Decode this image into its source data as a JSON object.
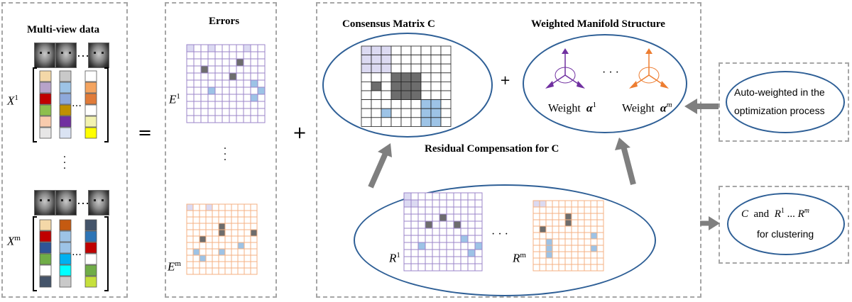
{
  "multiview": {
    "title": "Multi-view data",
    "x1": {
      "base": "X",
      "sup": "1"
    },
    "xm": {
      "base": "X",
      "sup": "m"
    },
    "ellipsis": "…",
    "columns_top": [
      [
        "#f4d8a8",
        "#b7a3c9",
        "#c00000",
        "#8dbf4e",
        "#f8cbad",
        "#e7e6e6"
      ],
      [
        "#c9c9c9",
        "#9dc3e6",
        "#8ea9db",
        "#bf9000",
        "#7030a0",
        "#dae3f3"
      ],
      [
        "#ffffff",
        "#f4a460",
        "#e07b39",
        "#ffffff",
        "#f2f2b0",
        "#ffff00"
      ]
    ],
    "columns_bottom": [
      [
        "#f4d8a8",
        "#c00000",
        "#2f5597",
        "#70ad47",
        "#ffffff",
        "#44546a"
      ],
      [
        "#c55a11",
        "#9dc3e6",
        "#9dc3e6",
        "#00b0f0",
        "#00ffff",
        "#c9c9c9"
      ],
      [
        "#44546a",
        "#2e75b6",
        "#c00000",
        "#ffffff",
        "#70ad47",
        "#c6e03c"
      ]
    ]
  },
  "operators": {
    "equals": "=",
    "plus_left": "+",
    "plus_mid": "+"
  },
  "errors": {
    "title": "Errors",
    "e1": {
      "base": "E",
      "sup": "1"
    },
    "em": {
      "base": "E",
      "sup": "m"
    }
  },
  "consensus": {
    "title": "Consensus Matrix C"
  },
  "manifold": {
    "title": "Weighted Manifold Structure",
    "weight1": "Weight",
    "alpha1": {
      "base": "α",
      "sup": "1"
    },
    "weightm": "Weight",
    "alpham": {
      "base": "α",
      "sup": "m"
    },
    "dots": "· · ·"
  },
  "residual": {
    "title": "Residual Compensation for C",
    "r1": {
      "base": "R",
      "sup": "1"
    },
    "rm": {
      "base": "R",
      "sup": "m"
    },
    "dots": "· · ·"
  },
  "auto_weighted": {
    "line1": "Auto-weighted in the",
    "line2": "optimization process"
  },
  "output": {
    "c": "C",
    "and": "and",
    "r1": {
      "base": "R",
      "sup": "1"
    },
    "dots": "...",
    "rm": {
      "base": "R",
      "sup": "m"
    },
    "line2": "for clustering"
  },
  "colors": {
    "purple_line": "#9b86c9",
    "orange_line": "#f4b183",
    "navy_line": "#000000",
    "lavender": "#dcdaf2",
    "gray": "#6d6d6d",
    "blue": "#9dc3e6",
    "ellipse": "#2e5f96",
    "arrow": "#7f7f7f",
    "purple_axis": "#7030a0",
    "orange_axis": "#ed7d31"
  }
}
